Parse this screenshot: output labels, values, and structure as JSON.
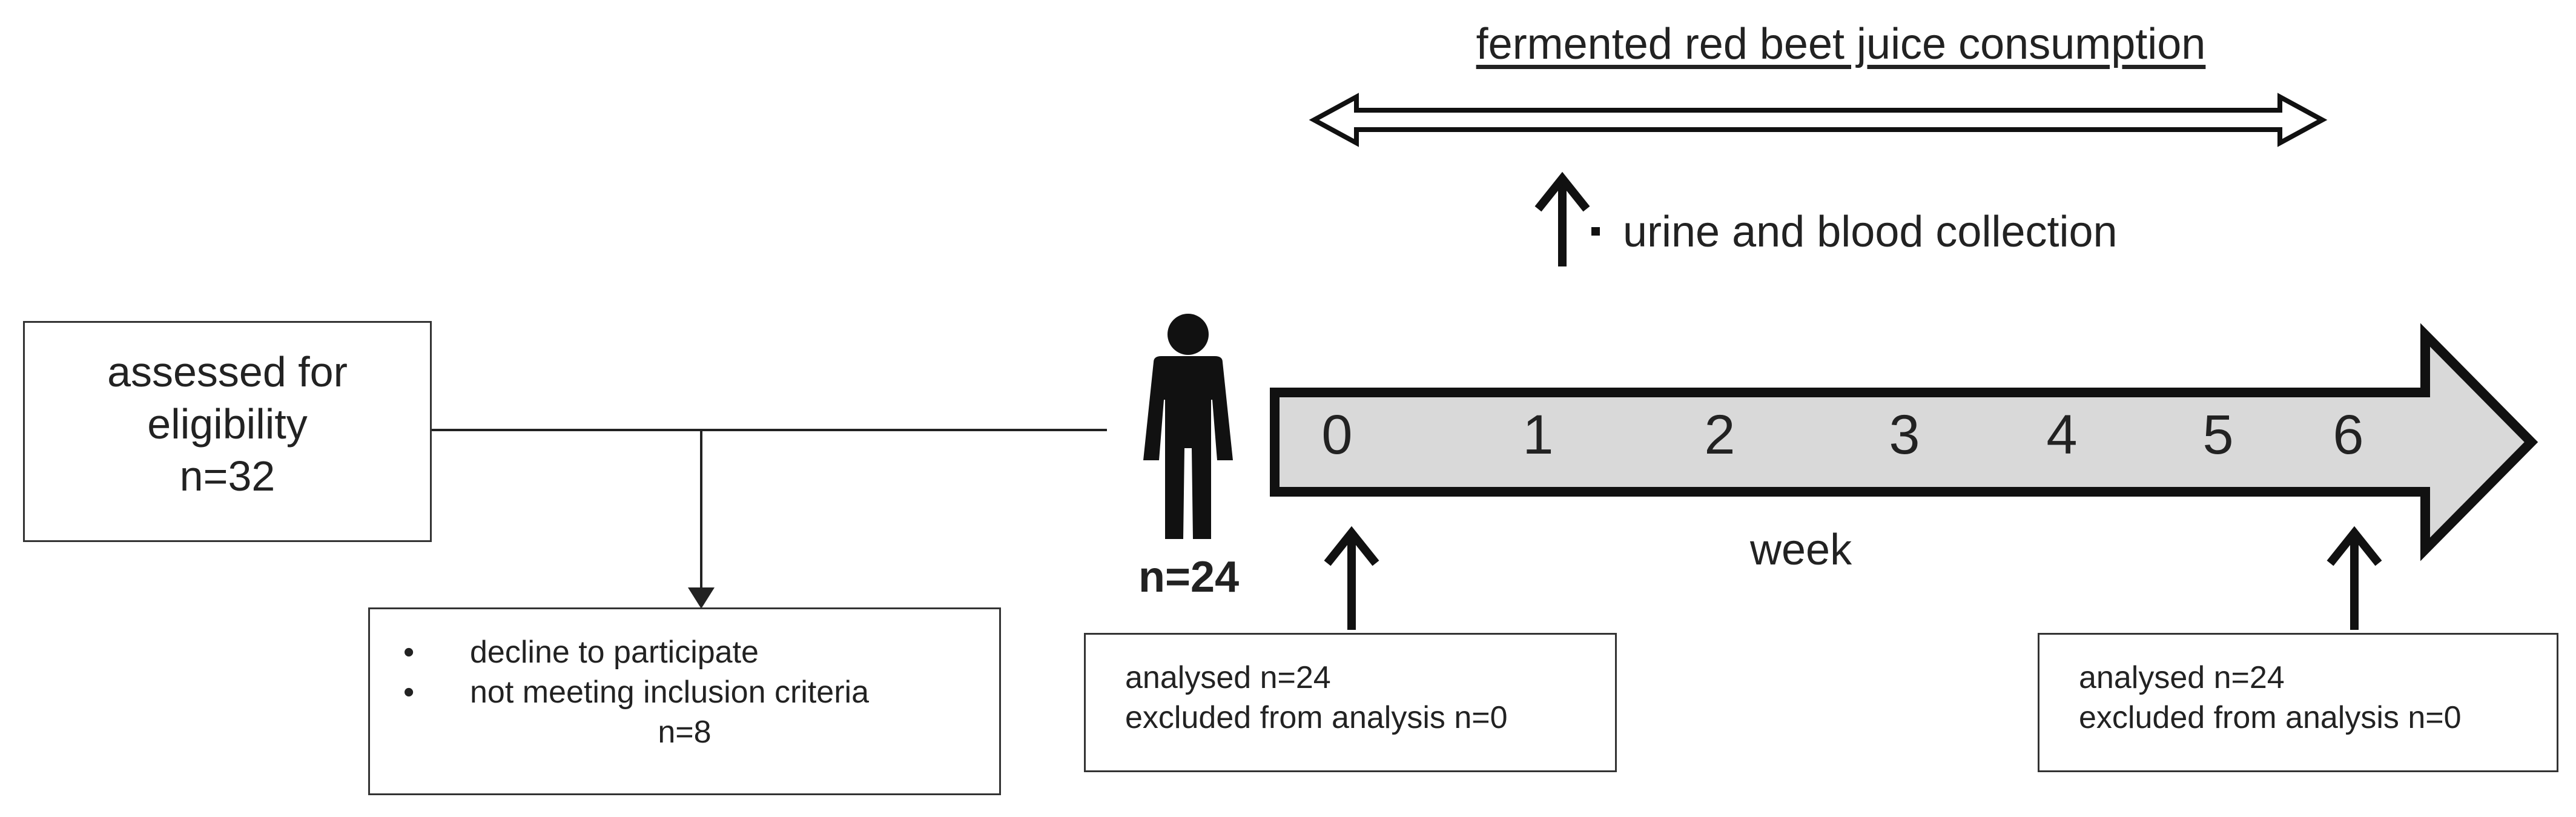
{
  "title": "fermented red beet juice consumption",
  "collection_note": "urine and blood collection",
  "eligibility_box": {
    "line1": "assessed for",
    "line2": "eligibility",
    "line3": "n=32"
  },
  "exclusion_box": {
    "items": [
      "decline to participate",
      "not meeting inclusion criteria"
    ],
    "count": "n=8"
  },
  "enrolled_count": "n=24",
  "timeline": {
    "weeks": [
      "0",
      "1",
      "2",
      "3",
      "4",
      "5",
      "6"
    ],
    "axis_label": "week"
  },
  "baseline_box": {
    "line1": "analysed n=24",
    "line2": "excluded from analysis n=0"
  },
  "final_box": {
    "line1": "analysed n=24",
    "line2": "excluded from analysis n=0"
  },
  "colors": {
    "timeline_fill": "#d9d9d9",
    "stroke": "#111111",
    "person": "#111111"
  },
  "icons": [
    "person-icon",
    "double-arrow-icon",
    "up-arrow-icon",
    "bullet-icon"
  ]
}
